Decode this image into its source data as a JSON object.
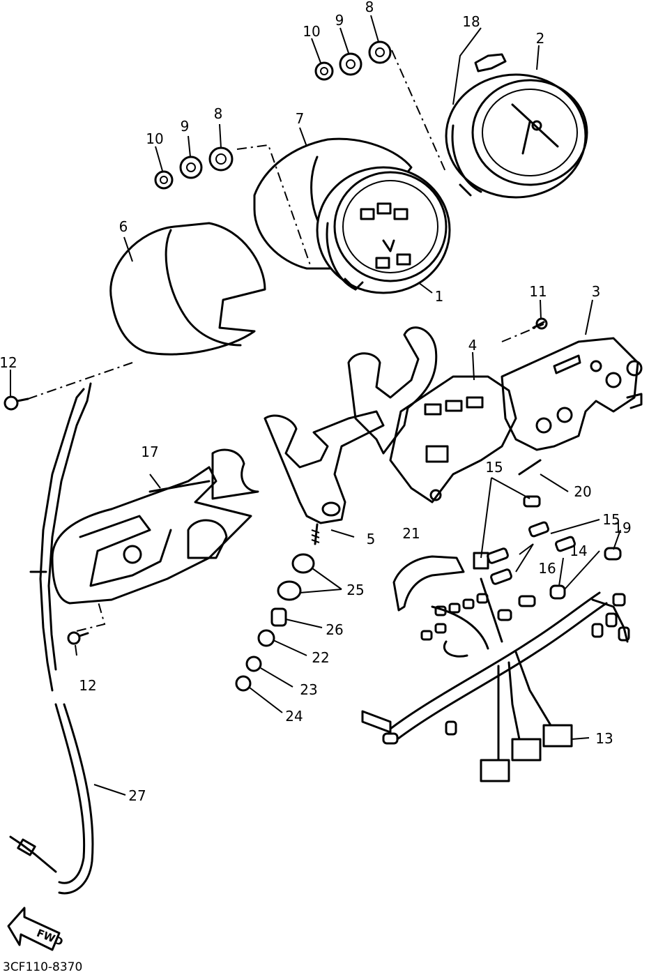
{
  "diagram": {
    "drawing_code": "3CF110-8370",
    "direction_marker": "FWD",
    "callouts": [
      {
        "id": "c1",
        "label": "1"
      },
      {
        "id": "c2",
        "label": "2"
      },
      {
        "id": "c3",
        "label": "3"
      },
      {
        "id": "c4",
        "label": "4"
      },
      {
        "id": "c5",
        "label": "5"
      },
      {
        "id": "c6",
        "label": "6"
      },
      {
        "id": "c7",
        "label": "7"
      },
      {
        "id": "c8a",
        "label": "8"
      },
      {
        "id": "c8b",
        "label": "8"
      },
      {
        "id": "c9a",
        "label": "9"
      },
      {
        "id": "c9b",
        "label": "9"
      },
      {
        "id": "c10a",
        "label": "10"
      },
      {
        "id": "c10b",
        "label": "10"
      },
      {
        "id": "c11",
        "label": "11"
      },
      {
        "id": "c12a",
        "label": "12"
      },
      {
        "id": "c12b",
        "label": "12"
      },
      {
        "id": "c13",
        "label": "13"
      },
      {
        "id": "c14",
        "label": "14"
      },
      {
        "id": "c15a",
        "label": "15"
      },
      {
        "id": "c15b",
        "label": "15"
      },
      {
        "id": "c16",
        "label": "16"
      },
      {
        "id": "c17",
        "label": "17"
      },
      {
        "id": "c18",
        "label": "18"
      },
      {
        "id": "c19",
        "label": "19"
      },
      {
        "id": "c20",
        "label": "20"
      },
      {
        "id": "c21",
        "label": "21"
      },
      {
        "id": "c22",
        "label": "22"
      },
      {
        "id": "c23",
        "label": "23"
      },
      {
        "id": "c24",
        "label": "24"
      },
      {
        "id": "c25",
        "label": "25"
      },
      {
        "id": "c26",
        "label": "26"
      },
      {
        "id": "c27",
        "label": "27"
      }
    ]
  }
}
